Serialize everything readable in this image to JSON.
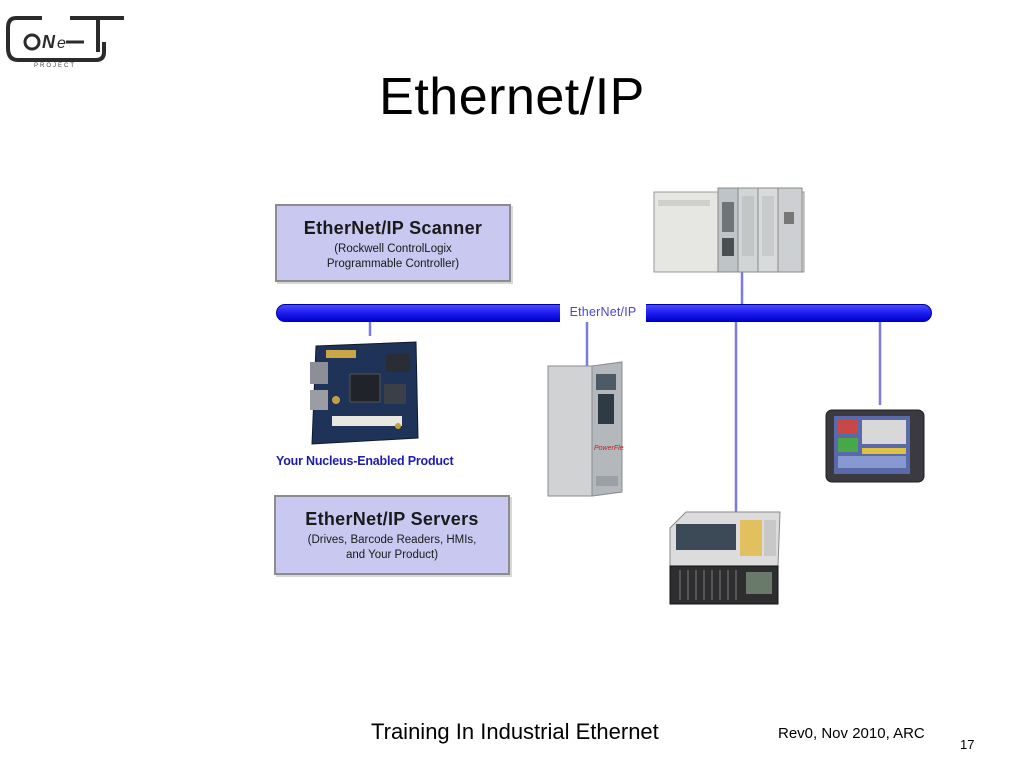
{
  "logo": {
    "lettering": "CoNeT",
    "sub": "PROJECT"
  },
  "slide": {
    "title": "Ethernet/IP"
  },
  "diagram": {
    "scanner": {
      "heading": "EtherNet/IP Scanner",
      "line1": "(Rockwell ControlLogix",
      "line2": "Programmable Controller)"
    },
    "network_label": "EtherNet/IP",
    "product_caption": "Your Nucleus-Enabled Product",
    "servers": {
      "heading": "EtherNet/IP Servers",
      "line1": "(Drives, Barcode Readers, HMIs,",
      "line2": "and Your Product)"
    },
    "icons": [
      "plc-controller-icon",
      "embedded-board-icon",
      "drive-icon",
      "barcode-reader-icon",
      "hmi-panel-icon"
    ],
    "colors": {
      "bus": "#1a1aee",
      "link": "#7070e0",
      "box_fill": "#c8c8f0",
      "caption": "#1c1cb0"
    }
  },
  "footer": {
    "training": "Training In Industrial Ethernet",
    "revision": "Rev0, Nov 2010, ARC",
    "page": "17"
  }
}
